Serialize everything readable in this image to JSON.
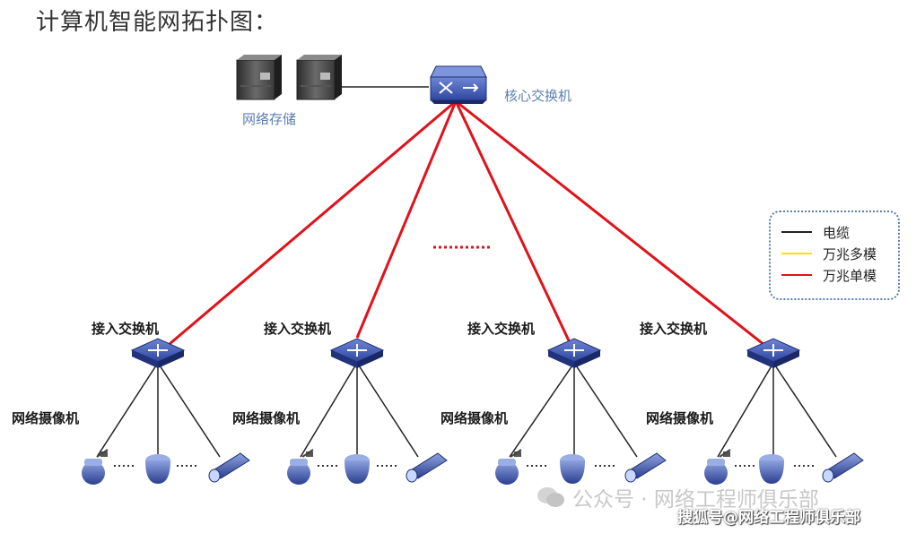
{
  "title": "计算机智能网拓扑图：",
  "core": {
    "label": "核心交换机"
  },
  "storage": {
    "label": "网络存储"
  },
  "access_switches": [
    {
      "label": "接入交换机",
      "cam_label": "网络摄像机"
    },
    {
      "label": "接入交换机",
      "cam_label": "网络摄像机"
    },
    {
      "label": "接入交换机",
      "cam_label": "网络摄像机"
    },
    {
      "label": "接入交换机",
      "cam_label": "网络摄像机"
    }
  ],
  "legend": [
    {
      "label": "电缆",
      "color": "#222222"
    },
    {
      "label": "万兆多模",
      "color": "#f5e400"
    },
    {
      "label": "万兆单模",
      "color": "#e0121b"
    }
  ],
  "colors": {
    "fiber": "#e0121b",
    "cable": "#222222",
    "device": "#2b3f8f",
    "label_blue": "#5b7fb0"
  },
  "watermark": {
    "account": "公众号 · 网络工程师俱乐部",
    "source": "搜狐号@网络工程师俱乐部"
  }
}
